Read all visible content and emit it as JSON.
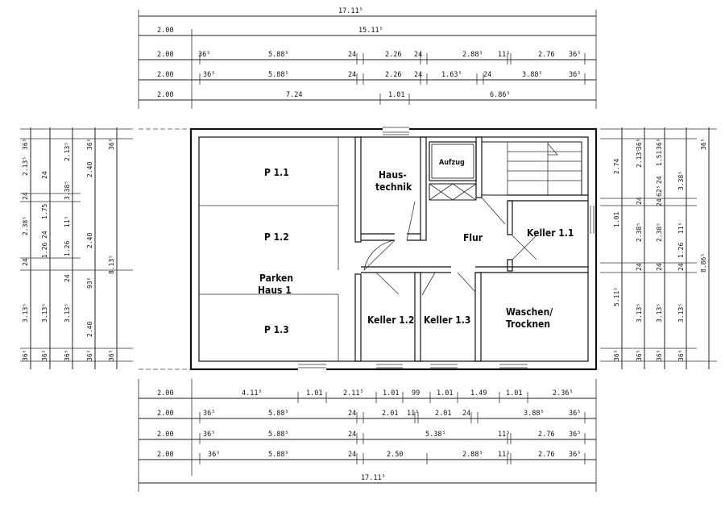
{
  "rooms": {
    "p11": "P 1.1",
    "p12": "P 1.2",
    "parken_line1": "Parken",
    "parken_line2": "Haus 1",
    "p13": "P 1.3",
    "haustechnik_line1": "Haus-",
    "haustechnik_line2": "technik",
    "aufzug": "Aufzug",
    "flur": "Flur",
    "keller11": "Keller 1.1",
    "keller12": "Keller 1.2",
    "keller13": "Keller 1.3",
    "waschen_line1": "Waschen/",
    "waschen_line2": "Trocknen"
  },
  "top_dimensions": {
    "row0": [
      "17.11⁵"
    ],
    "row1": [
      "2.00",
      "15.11⁵"
    ],
    "row2": [
      "2.00",
      "36⁵",
      "5.88⁵",
      "24",
      "2.26",
      "24",
      "2.88⁵",
      "11⁵",
      "2.76",
      "36⁵"
    ],
    "row3": [
      "2.00",
      "36⁵",
      "5.88⁵",
      "24",
      "2.26",
      "24",
      "1.63⁵",
      "24",
      "3.88⁵",
      "36⁵"
    ],
    "row4": [
      "2.00",
      "7.24",
      "1.01",
      "6.86⁵"
    ]
  },
  "bottom_dimensions": {
    "row1": [
      "2.00",
      "4.11⁵",
      "1.01",
      "2.11⁵",
      "1.01",
      "99",
      "1.01",
      "1.49",
      "1.01",
      "2.36⁵"
    ],
    "row2": [
      "2.00",
      "36⁵",
      "5.88⁵",
      "24",
      "2.01",
      "11⁵",
      "2.01",
      "24",
      "3.88⁵",
      "36⁵"
    ],
    "row3": [
      "2.00",
      "36⁵",
      "5.88⁵",
      "24",
      "5.38⁵",
      "11⁵",
      "2.76",
      "36⁵"
    ],
    "row4": [
      "2.00",
      "36⁵",
      "5.88⁵",
      "24",
      "2.50",
      "2.88⁵",
      "11⁵",
      "2.76",
      "36⁵"
    ],
    "row5": [
      "17.11⁵"
    ]
  },
  "left_dimensions": {
    "col1": [
      "36⁵",
      "2.13⁵",
      "24",
      "2.38⁵",
      "24",
      "3.13⁵",
      "36⁵"
    ],
    "col2": [
      "24",
      "1.75",
      "24",
      "1.26",
      "3.13⁵",
      "36⁵"
    ],
    "col3": [
      "2.13⁵",
      "3.38⁵",
      "11⁵",
      "1.26",
      "24",
      "3.13⁵",
      "36⁵"
    ],
    "col4": [
      "36⁵",
      "2.40",
      "2.40",
      "93⁵",
      "2.40",
      "36⁵"
    ],
    "col5": [
      "36⁵",
      "8.13⁵",
      "36⁵"
    ]
  },
  "right_dimensions": {
    "col1": [
      "2.74",
      "1.01",
      "5.11⁵",
      "36⁵"
    ],
    "col2": [
      "2.13⁵",
      "36⁵",
      "24",
      "2.38⁵",
      "24",
      "3.13⁵",
      "36⁵"
    ],
    "col3": [
      "24",
      "1.51",
      "36⁵",
      "62⁵",
      "24",
      "2.38⁵",
      "24",
      "3.13⁵",
      "36⁵"
    ],
    "col4": [
      "3.38⁵",
      "11⁵",
      "1.26",
      "24",
      "3.13⁵",
      "36⁵"
    ],
    "col5": [
      "36⁵",
      "8.86⁵"
    ]
  }
}
